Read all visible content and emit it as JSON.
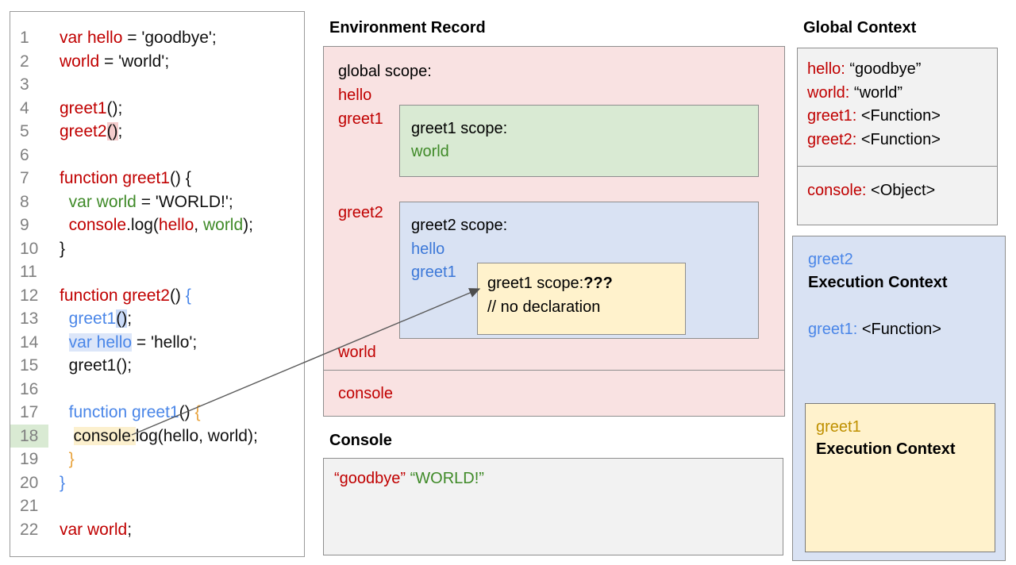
{
  "code_panel": {
    "lines": [
      {
        "num": "1",
        "segments": [
          {
            "t": "var hello",
            "c": "red"
          },
          {
            "t": " = 'goodbye';",
            "c": "black"
          }
        ]
      },
      {
        "num": "2",
        "segments": [
          {
            "t": "world",
            "c": "red"
          },
          {
            "t": " = 'world';",
            "c": "black"
          }
        ]
      },
      {
        "num": "3",
        "segments": []
      },
      {
        "num": "4",
        "segments": [
          {
            "t": "greet1",
            "c": "red"
          },
          {
            "t": "();",
            "c": "black"
          }
        ]
      },
      {
        "num": "5",
        "segments": [
          {
            "t": "greet2",
            "c": "red"
          },
          {
            "t": "()",
            "c": "black",
            "hl": "pink"
          },
          {
            "t": ";",
            "c": "black"
          }
        ]
      },
      {
        "num": "6",
        "segments": []
      },
      {
        "num": "7",
        "segments": [
          {
            "t": "function greet1",
            "c": "red"
          },
          {
            "t": "() {",
            "c": "black"
          }
        ]
      },
      {
        "num": "8",
        "segments": [
          {
            "t": "  ",
            "c": "black"
          },
          {
            "t": "var world",
            "c": "green"
          },
          {
            "t": " = 'WORLD!';",
            "c": "black"
          }
        ]
      },
      {
        "num": "9",
        "segments": [
          {
            "t": "  ",
            "c": "black"
          },
          {
            "t": "console",
            "c": "red"
          },
          {
            "t": ".log(",
            "c": "black"
          },
          {
            "t": "hello",
            "c": "red"
          },
          {
            "t": ", ",
            "c": "black"
          },
          {
            "t": "world",
            "c": "green"
          },
          {
            "t": ");",
            "c": "black"
          }
        ]
      },
      {
        "num": "10",
        "segments": [
          {
            "t": "}",
            "c": "black"
          }
        ]
      },
      {
        "num": "11",
        "segments": []
      },
      {
        "num": "12",
        "segments": [
          {
            "t": "function greet2",
            "c": "red"
          },
          {
            "t": "() ",
            "c": "black"
          },
          {
            "t": "{",
            "c": "blue"
          }
        ]
      },
      {
        "num": "13",
        "segments": [
          {
            "t": "  ",
            "c": "black"
          },
          {
            "t": "greet1",
            "c": "blue"
          },
          {
            "t": "()",
            "c": "black",
            "hl": "lightblue"
          },
          {
            "t": ";",
            "c": "black"
          }
        ]
      },
      {
        "num": "14",
        "segments": [
          {
            "t": "  ",
            "c": "black"
          },
          {
            "t": "var hello",
            "c": "blue",
            "hl": "faintblue"
          },
          {
            "t": " = 'hello';",
            "c": "black"
          }
        ]
      },
      {
        "num": "15",
        "segments": [
          {
            "t": "  ",
            "c": "black"
          },
          {
            "t": "greet1();",
            "c": "black"
          }
        ]
      },
      {
        "num": "16",
        "segments": []
      },
      {
        "num": "17",
        "segments": [
          {
            "t": "  ",
            "c": "black"
          },
          {
            "t": "function greet1",
            "c": "blue"
          },
          {
            "t": "() ",
            "c": "black"
          },
          {
            "t": "{",
            "c": "orange"
          }
        ]
      },
      {
        "num": "18",
        "num_hl": true,
        "segments": [
          {
            "t": "   ",
            "c": "black"
          },
          {
            "t": "console.",
            "c": "black",
            "hl": "cream"
          },
          {
            "t": "log(hello, world);",
            "c": "black"
          }
        ]
      },
      {
        "num": "19",
        "segments": [
          {
            "t": "  ",
            "c": "black"
          },
          {
            "t": "}",
            "c": "orange"
          }
        ]
      },
      {
        "num": "20",
        "segments": [
          {
            "t": "}",
            "c": "blue"
          }
        ]
      },
      {
        "num": "21",
        "segments": []
      },
      {
        "num": "22",
        "segments": [
          {
            "t": "var world",
            "c": "red"
          },
          {
            "t": ";",
            "c": "black"
          }
        ]
      }
    ]
  },
  "environment_record": {
    "title": "Environment Record",
    "global_scope_label": "global scope:",
    "globals": [
      "hello",
      "greet1"
    ],
    "greet1_scope": {
      "label": "greet1 scope:",
      "vars": [
        "world"
      ]
    },
    "greet2_label": "greet2",
    "greet2_scope": {
      "label": "greet2 scope:",
      "vars": [
        "hello",
        "greet1"
      ]
    },
    "greet1_inner": {
      "label": "greet1 scope:",
      "unknown": "???",
      "comment": "// no declaration"
    },
    "world_label": "world",
    "console_label": "console"
  },
  "console_panel": {
    "title": "Console",
    "outputs": [
      "“goodbye”",
      "“WORLD!”"
    ]
  },
  "global_context": {
    "title": "Global Context",
    "entries": [
      {
        "name": "hello:",
        "value": " “goodbye”"
      },
      {
        "name": "world:",
        "value": " “world”"
      },
      {
        "name": "greet1:",
        "value": " <Function>"
      },
      {
        "name": "greet2:",
        "value": " <Function>"
      }
    ],
    "console_entry": {
      "name": "console:",
      "value": " <Object>"
    }
  },
  "greet2_context": {
    "name": "greet2",
    "title": "Execution Context",
    "entry": {
      "name": "greet1:",
      "value": " <Function>"
    }
  },
  "greet1_context": {
    "name": "greet1",
    "title": "Execution Context"
  },
  "colors": {
    "code_red": "#c00000",
    "code_green": "#3f8a28",
    "code_blue": "#4a86e8",
    "brace_orange": "#e8a33d",
    "gold": "#bf9000",
    "pink_bg": "#f9e2e2",
    "green_bg": "#d9ead3",
    "blue_bg": "#d9e2f3",
    "yellow_bg": "#fff2cc",
    "gray_bg": "#f2f2f2",
    "line_number_gray": "#808080"
  }
}
